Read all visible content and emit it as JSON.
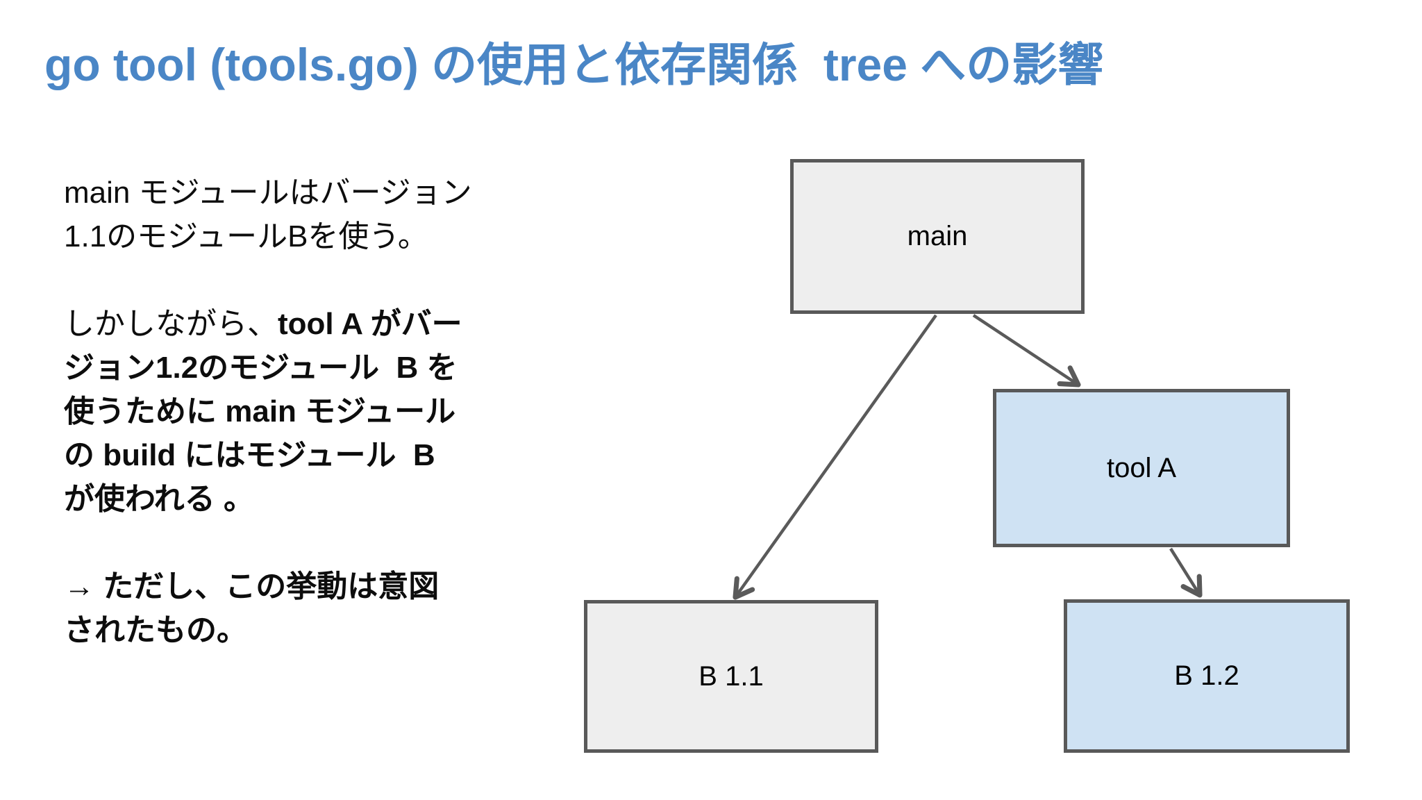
{
  "slide": {
    "title": "go tool (tools.go) の使用と依存関係  tree への影響",
    "title_color": "#4a86c6"
  },
  "notes": {
    "paragraphs": [
      {
        "lines": [
          [
            {
              "t": "main モジュールはバージョン",
              "b": false
            }
          ],
          [
            {
              "t": "1.1のモジュールBを使う。",
              "b": false
            }
          ]
        ]
      },
      {
        "lines": [
          [
            {
              "t": "しかしながら、",
              "b": false
            },
            {
              "t": "tool A がバー",
              "b": true
            }
          ],
          [
            {
              "t": "ジョン1.2のモジュール  B を",
              "b": true
            }
          ],
          [
            {
              "t": "使うために main モジュール",
              "b": true
            }
          ],
          [
            {
              "t": "の build にはモジュール  B",
              "b": true
            }
          ],
          [
            {
              "t": "が使われる 。",
              "b": true
            }
          ]
        ]
      },
      {
        "lines": [
          [
            {
              "t": "→ ",
              "b": false
            },
            {
              "t": "ただし、この挙動は意図",
              "b": true
            }
          ],
          [
            {
              "t": "されたもの。",
              "b": true
            }
          ]
        ]
      }
    ]
  },
  "diagram": {
    "nodes": [
      {
        "id": "main",
        "label": "main",
        "fill": "#eeeeee"
      },
      {
        "id": "tool-a",
        "label": "tool A",
        "fill": "#cfe2f3"
      },
      {
        "id": "b-1-1",
        "label": "B 1.1",
        "fill": "#eeeeee"
      },
      {
        "id": "b-1-2",
        "label": "B 1.2",
        "fill": "#cfe2f3"
      }
    ],
    "edges": [
      {
        "from": "main",
        "to": "b-1-1"
      },
      {
        "from": "main",
        "to": "tool-a"
      },
      {
        "from": "tool-a",
        "to": "b-1-2"
      }
    ],
    "node_border_color": "#595959",
    "arrow_color": "#5a5a5a"
  }
}
